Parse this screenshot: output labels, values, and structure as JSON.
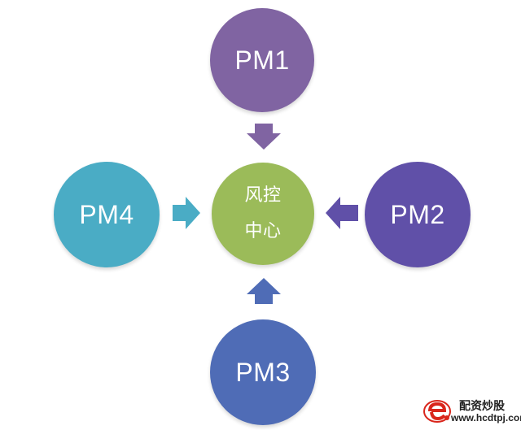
{
  "diagram": {
    "center": {
      "line1": "风控",
      "line2": "中心",
      "color": "#9bbb59"
    },
    "nodes": {
      "pm1": {
        "label": "PM1",
        "color": "#8064a2"
      },
      "pm2": {
        "label": "PM2",
        "color": "#6050a8"
      },
      "pm3": {
        "label": "PM3",
        "color": "#4f6cb6"
      },
      "pm4": {
        "label": "PM4",
        "color": "#4aacc5"
      }
    }
  },
  "watermark": {
    "title": "配资炒股",
    "url": "www.hcdtpj.com",
    "logo_icon": "e-logo-icon"
  }
}
